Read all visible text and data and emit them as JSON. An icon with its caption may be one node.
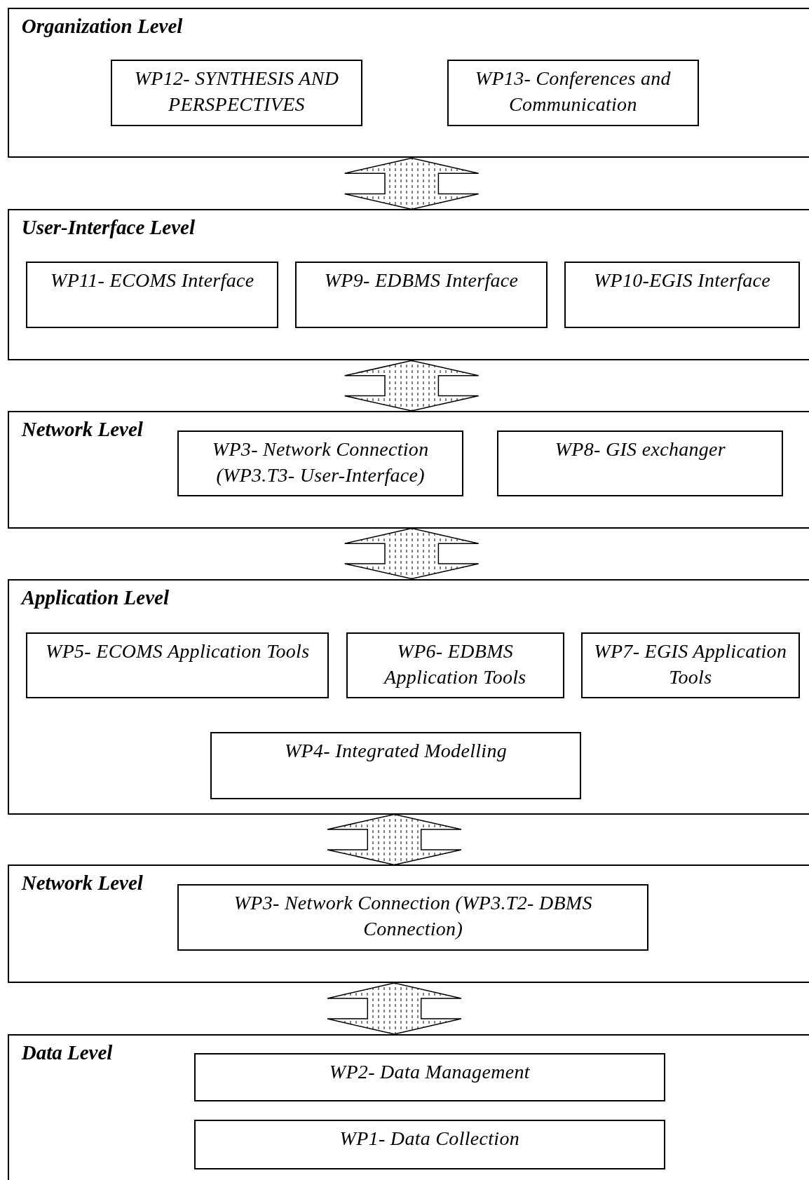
{
  "diagram": {
    "nodes": [
      {
        "text": [
          "Organization Level"
        ]
      },
      {
        "text": [
          "WP12- SYNTHESIS AND PERSPECTIVES"
        ],
        "in": 0
      },
      {
        "text": [
          "WP13- Conferences and Communication"
        ],
        "in": 0
      },
      {
        "text": [
          "User-Interface Level"
        ]
      },
      {
        "text": [
          "WP11- ECOMS Interface"
        ],
        "in": 3
      },
      {
        "text": [
          "WP9- EDBMS Interface"
        ],
        "in": 3
      },
      {
        "text": [
          "WP10-EGIS Interface"
        ],
        "in": 3
      },
      {
        "text": [
          "Network Level"
        ]
      },
      {
        "text": [
          "WP3- Network Connection (WP3.T3- User-Interface)"
        ],
        "in": 7
      },
      {
        "text": [
          "WP8- GIS exchanger"
        ],
        "in": 7
      },
      {
        "text": [
          "Application Level"
        ]
      },
      {
        "text": [
          "WP5- ECOMS Application Tools"
        ],
        "in": 10
      },
      {
        "text": [
          "WP6- EDBMS Application Tools"
        ],
        "in": 10
      },
      {
        "text": [
          "WP7- EGIS Application Tools"
        ],
        "in": 10
      },
      {
        "text": [
          "WP4- Integrated Modelling"
        ],
        "in": 10
      },
      {
        "text": [
          "Network Level"
        ]
      },
      {
        "text": [
          "WP3- Network Connection (WP3.T2- DBMS Connection)"
        ],
        "in": 15
      },
      {
        "text": [
          "Data Level"
        ]
      },
      {
        "text": [
          "WP2- Data Management"
        ],
        "in": 17
      },
      {
        "text": [
          "WP1- Data Collection"
        ],
        "in": 17
      }
    ],
    "edges": [
      {
        "from": 0,
        "to": 3,
        "arrow": "both"
      },
      {
        "from": 3,
        "to": 7,
        "arrow": "both"
      },
      {
        "from": 7,
        "to": 10,
        "arrow": "both"
      },
      {
        "from": 10,
        "to": 15,
        "arrow": "both"
      },
      {
        "from": 15,
        "to": 17,
        "arrow": "both"
      }
    ]
  }
}
